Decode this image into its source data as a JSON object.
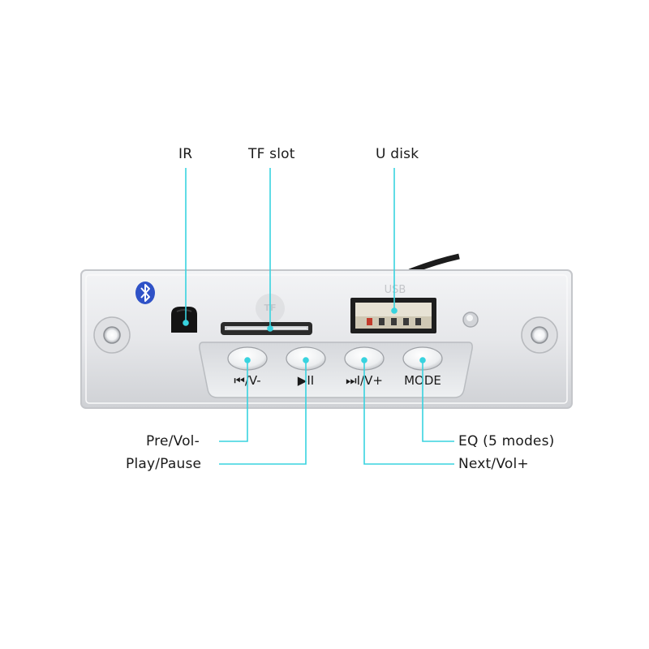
{
  "callouts": {
    "ir": "IR",
    "tf_slot": "TF slot",
    "u_disk": "U disk",
    "pre_vol": "Pre/Vol-",
    "play_pause": "Play/Pause",
    "next_vol": "Next/Vol+",
    "eq_modes": "EQ (5 modes)"
  },
  "panel": {
    "tf_marking": "TF",
    "usb_marking": "USB",
    "buttons": {
      "prev": "⏮/V-",
      "play": "▶II",
      "next": "⏭I/V+",
      "mode": "MODE"
    }
  },
  "colors": {
    "leader_line": "#38d3df",
    "panel": "#e9eaec",
    "bluetooth": "#2f52c7"
  }
}
